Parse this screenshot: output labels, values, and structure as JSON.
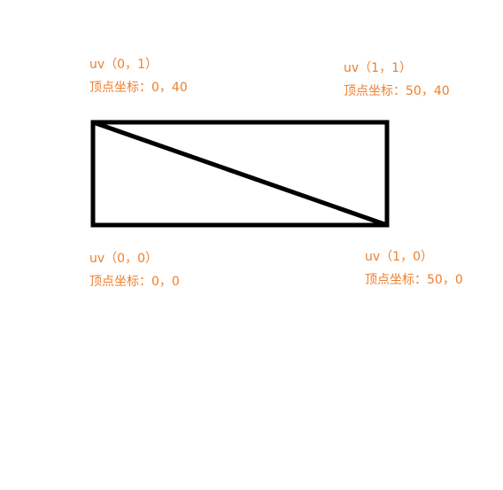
{
  "colors": {
    "label_text": "#F07F2A",
    "stroke": "#000000",
    "background": "#FFFFFF"
  },
  "vertices": {
    "top_left": {
      "uv": "uv（0，1）",
      "coord": "顶点坐标：0，40"
    },
    "top_right": {
      "uv": "uv（1，1）",
      "coord": "顶点坐标：50，40"
    },
    "bottom_left": {
      "uv": "uv（0，0）",
      "coord": "顶点坐标：0，0"
    },
    "bottom_right": {
      "uv": "uv（1，0）",
      "coord": "顶点坐标：50，0"
    }
  }
}
